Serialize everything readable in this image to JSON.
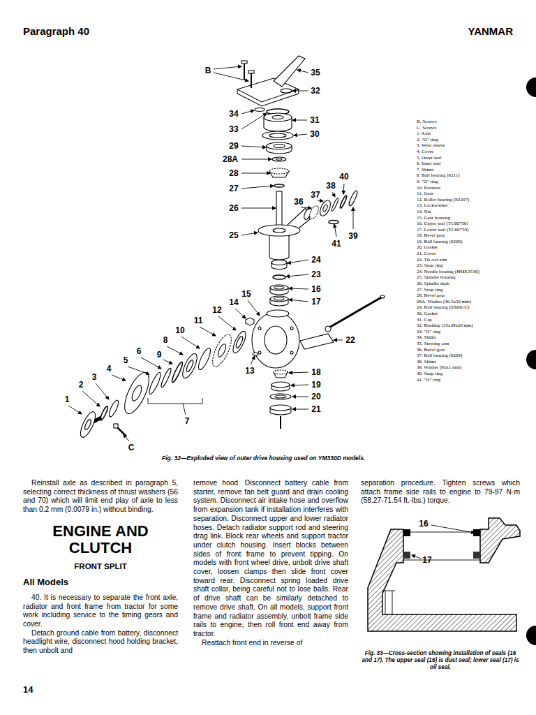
{
  "diagram": {
    "title": "ENGINE AND CLUTCH",
    "caption": "Fig. 32—Exploded view of outer drive housing used on YM330D models.",
    "labels": [
      "Paragraph 40",
      "YANMAR",
      "B",
      "35",
      "32",
      "34",
      "31",
      "33",
      "30",
      "29",
      "28A",
      "28",
      "27",
      "26",
      "25",
      "40",
      "38",
      "37",
      "36",
      "41",
      "39",
      "24",
      "23",
      "16",
      "17",
      "15",
      "14",
      "12",
      "11",
      "10",
      "8",
      "6",
      "9",
      "5",
      "4",
      "3",
      "2",
      "1",
      "7",
      "C",
      "13",
      "18",
      "19",
      "20",
      "21",
      "22",
      "B. Screws",
      "C. Screws",
      "1. Axle",
      "2. \"O\" ring",
      "3. Wear sleeve",
      "4. Cover",
      "5. Outer seal",
      "6. Inner seal",
      "7. Shims",
      "8. Ball bearing (6211)",
      "9. \"O\" ring",
      "10. Retainer",
      "11. Gear",
      "12. Roller bearing (NJ207)",
      "13. Lockwasher",
      "14. Nut",
      "15. Gear housing",
      "16. Upper seal (TC60756)",
      "17. Lower seal (TC60759)",
      "18. Bevel gear",
      "19. Ball bearing (6209)",
      "20. Gasket",
      "21. Cover",
      "22. Tie rod arm",
      "23. Snap ring",
      "24. Needle bearing (HMK3530)",
      "25. Spindle housing",
      "26. Spindle shaft",
      "27. Snap ring",
      "28. Bevel gear",
      "28A. Washer (30.5x50 mm)",
      "29. Ball bearing (6306UU)",
      "30. Gasket",
      "31. Cap",
      "32. Bushing (35x39x20 mm)",
      "33. \"O\" ring",
      "34. Shims",
      "35. Steering arm",
      "36. Bevel gear",
      "37. Ball bearing (6209)",
      "38. Shims",
      "39. Washer (85x1 mm)",
      "40. Snap ring",
      "41. \"O\" ring",
      "Reinstall axle as described in paragraph 5, selecting correct thickness of thrust washers (56 and 70) which will limit end play of axle to less than 0.2 mm (0.0079 in.) without binding.",
      "FRONT SPLIT",
      "All Models",
      "40. It is necessary to separate the front axle, radiator and front frame from tractor for some work including service to the timing gears and cover.",
      "Detach ground cable from battery, disconnect headlight wire, disconnect hood holding bracket, then unbolt and",
      "remove hood. Disconnect battery cable from starter, remove fan belt guard and drain cooling system. Disconnect air intake hose and overflow from expansion tank if installation interferes with separation. Disconnect upper and lower radiator hoses. Detach radiator support rod and steering drag link. Block rear wheels and support tractor under clutch housing. Insert blocks between sides of front frame to prevent tipping. On models with front wheel drive, unbolt drive shaft cover, loosen clamps then slide front cover toward rear. Disconnect spring loaded drive shaft collar, being careful not to lose balls. Rear of drive shaft can be similarly detached to remove drive shaft. On all models, support front frame and radiator assembly, unbolt frame side rails to engine, then roll front end away from tractor.",
      "Reattach front end in reverse of",
      "separation procedure. Tighten screws which attach frame side rails to engine to 79-97 N·m (58.27-71.54 ft.-lbs.) torque.",
      "16",
      "17",
      "Fig. 33—Cross-section showing installation of seals (16 and 17). The upper seal (16) is dust seal; lower seal (17) is oil seal.",
      "14"
    ]
  }
}
